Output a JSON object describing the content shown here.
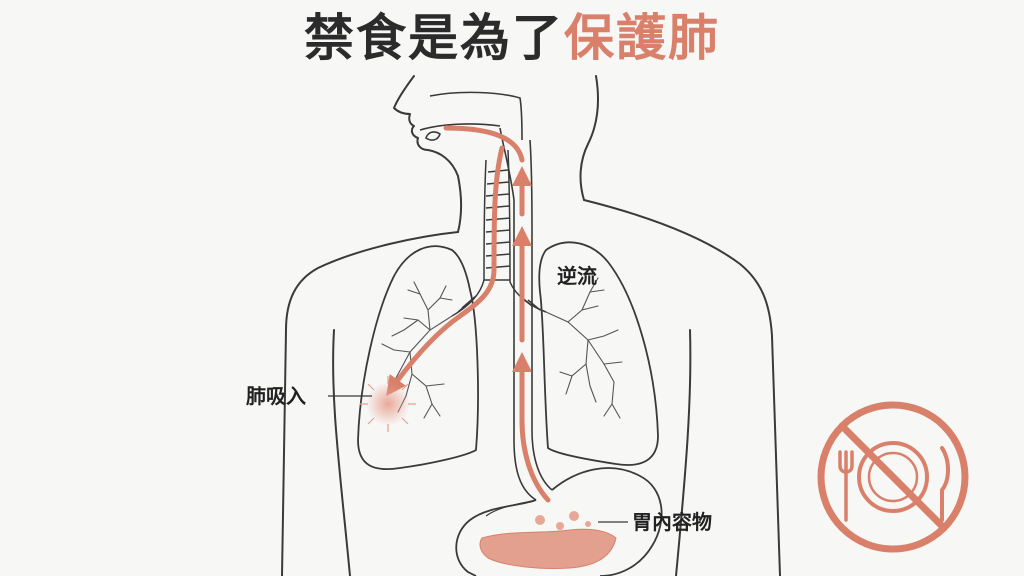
{
  "title": {
    "part1": "禁食是為了",
    "part2": "保護肺"
  },
  "labels": {
    "reflux": "逆流",
    "aspiration": "肺吸入",
    "stomach_contents": "胃內容物"
  },
  "icons": {
    "no_eating": "no-eating-icon"
  },
  "colors": {
    "accent": "#d9806b",
    "outline": "#3a3a3a",
    "text": "#222222"
  }
}
